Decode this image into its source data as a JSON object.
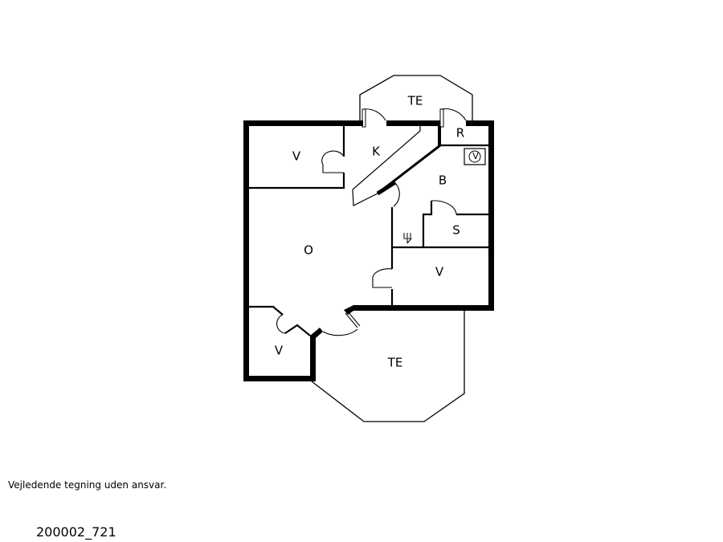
{
  "rooms": {
    "te_top": "TE",
    "r": "R",
    "v_top_left": "V",
    "k": "K",
    "b": "B",
    "s": "S",
    "o": "O",
    "v_right": "V",
    "v_bottom_left": "V",
    "te_bottom": "TE"
  },
  "washer_symbol": "V",
  "disclaimer": "Vejledende tegning uden ansvar.",
  "drawing_id": "200002_721"
}
